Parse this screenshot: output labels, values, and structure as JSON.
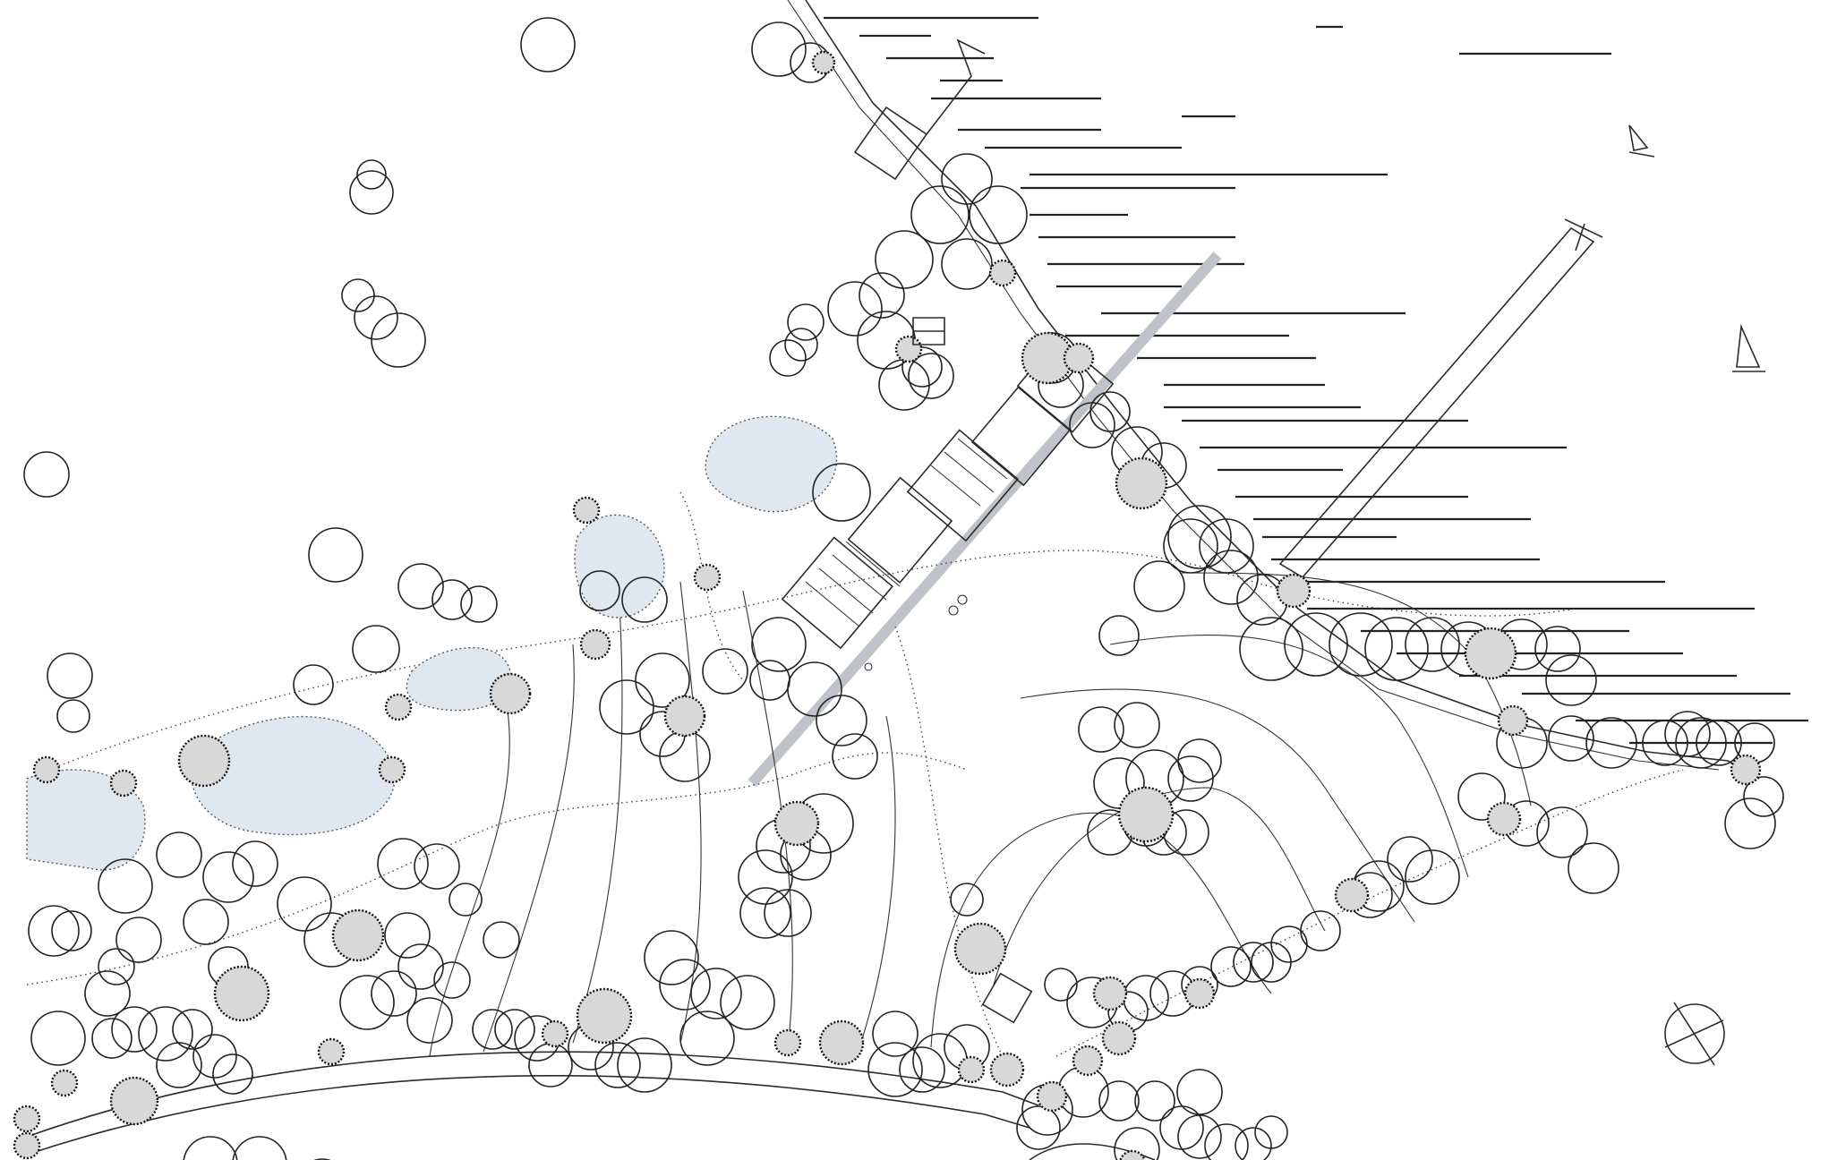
{
  "plan": {
    "kind": "site plan",
    "orientation_marker": "north-arrow-icon",
    "features": [
      "lake",
      "dock",
      "residence",
      "driveway",
      "ponds",
      "trees",
      "shrubs",
      "contour-lines",
      "sailboats"
    ],
    "colors": {
      "ink": "#2b2b2b",
      "pond_fill": "#dfe7f0",
      "walkway_band": "#bfc3c9",
      "paper": "#ffffff"
    }
  }
}
